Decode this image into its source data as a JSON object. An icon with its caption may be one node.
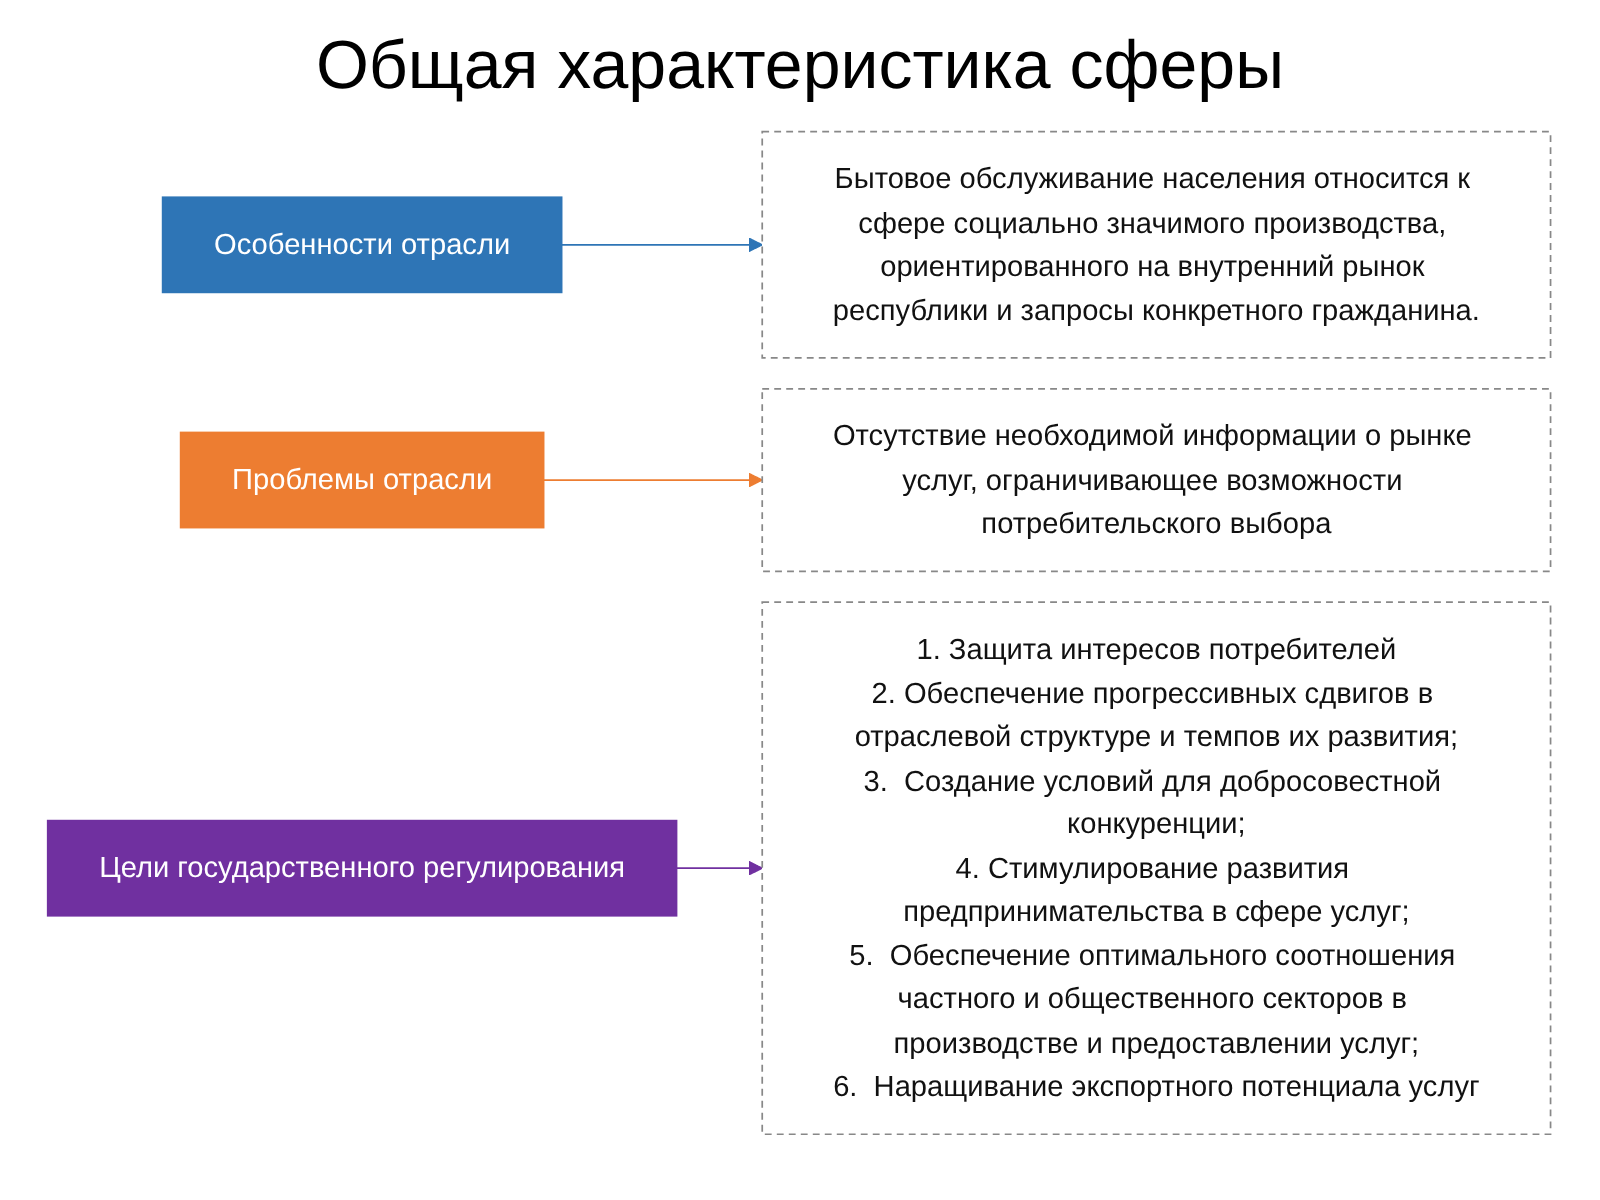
{
  "diagram": {
    "title": "Общая характеристика сферы",
    "nodes": [
      {
        "text": [
          "Особенности отрасли"
        ]
      },
      {
        "text": [
          "Проблемы  отрасли"
        ]
      },
      {
        "text": [
          "Цели государственного регулирования"
        ]
      },
      {
        "text": [
          "Бытовое обслуживание населения относится к сфере социально значимого производства, ориентированного на внутренний рынок республики и запросы конкретного гражданина."
        ]
      },
      {
        "text": [
          "Отсутствие необходимой информации о рынке услуг, ограничивающее возможности потребительского выбора"
        ]
      },
      {
        "text": [
          "1. Защита интересов потребителей",
          "2. Обеспечение прогрессивных сдвигов в отраслевой структуре и темпов их развития;",
          "3.  Создание условий для добросовестной конкуренции;",
          "4. Стимулирование развития предпринимательства в сфере услуг;",
          "5.  Обеспечение оптимального соотношения частного и общественного секторов в производстве и предоставлении услуг;",
          "6.  Наращивание экспортного потенциала услуг"
        ]
      }
    ],
    "edges": [
      {
        "from": 0,
        "to": 3,
        "arrow": "to",
        "color": "#2e75b6"
      },
      {
        "from": 1,
        "to": 4,
        "arrow": "to",
        "color": "#ed7d31"
      },
      {
        "from": 2,
        "to": 5,
        "arrow": "to",
        "color": "#7030a0"
      }
    ]
  }
}
